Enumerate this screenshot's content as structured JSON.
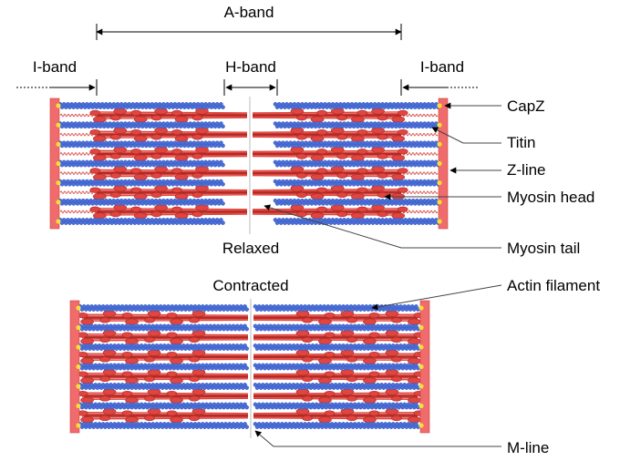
{
  "labels": {
    "a_band": "A-band",
    "i_band_left": "I-band",
    "h_band": "H-band",
    "i_band_right": "I-band",
    "relaxed": "Relaxed",
    "contracted": "Contracted",
    "capz": "CapZ",
    "titin": "Titin",
    "z_line": "Z-line",
    "myosin_head": "Myosin head",
    "myosin_tail": "Myosin tail",
    "actin_filament": "Actin filament",
    "m_line": "M-line"
  },
  "colors": {
    "actin": "#4a6fd8",
    "actin_dark": "#2f4fb8",
    "myosin": "#e0453f",
    "myosin_dark": "#b02a25",
    "z_disc": "#f06b6b",
    "capz": "#f3e03a",
    "titin": "#d9534f",
    "m_line": "#bbbbbb"
  }
}
